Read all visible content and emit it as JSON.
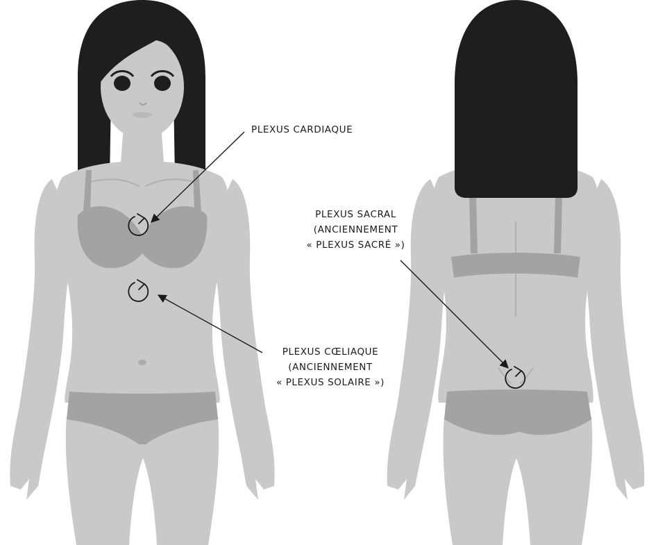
{
  "labels": {
    "cardiac": "PLEXUS CARDIAQUE",
    "sacral": [
      "PLEXUS SACRAL",
      "(ANCIENNEMENT",
      "« PLEXUS SACRÉ »)"
    ],
    "celiac": [
      "PLEXUS CŒLIAQUE",
      "(ANCIENNEMENT",
      "« PLEXUS SOLAIRE »)"
    ]
  },
  "colors": {
    "skin": "#c9c9c9",
    "hair": "#1e1e1e",
    "garment": "#a3a3a3",
    "text": "#1a1a1a"
  },
  "icons": [
    "rotation-arrow-icon"
  ]
}
